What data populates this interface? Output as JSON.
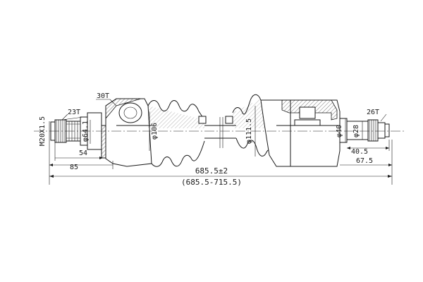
{
  "labels": {
    "thread": "M20X1.5",
    "spline_outer": "23T",
    "joint_outer": "30T",
    "spline_inner": "26T",
    "d_outer_shaft": "φ64.1",
    "d_outer_boot": "φ106",
    "d_inner_boot": "φ111.5",
    "d_inner_housing": "φ40",
    "d_inner_stub": "φ28",
    "len_54": "54",
    "len_85": "85",
    "len_40_5": "40.5",
    "len_67_5": "67.5",
    "overall_length": "685.5±2",
    "overall_range": "(685.5-715.5)"
  }
}
